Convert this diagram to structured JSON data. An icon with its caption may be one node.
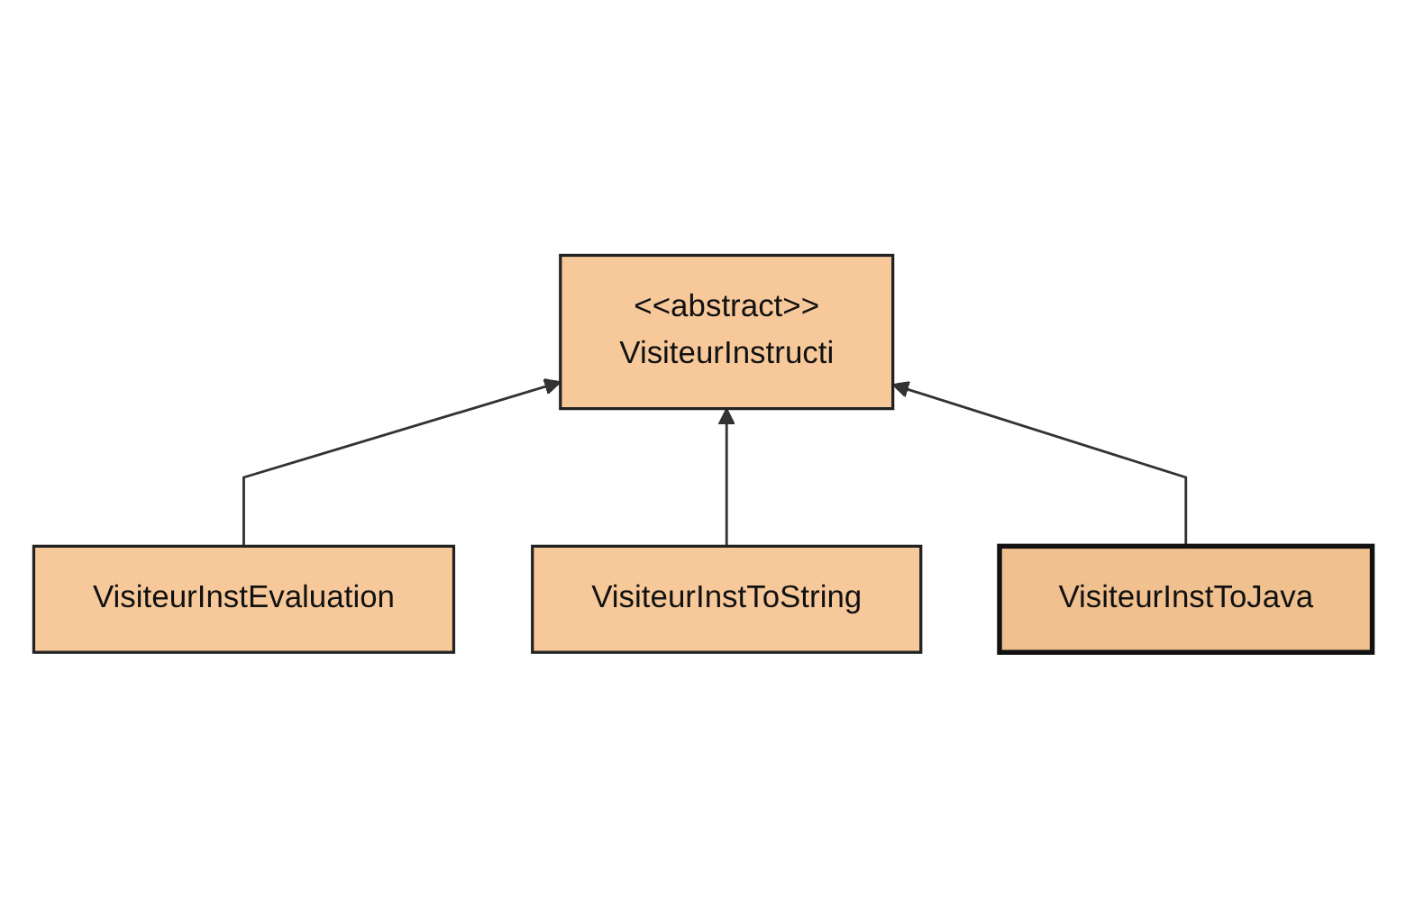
{
  "diagram": {
    "nodes": [
      {
        "text": [
          "<<abstract>>",
          "VisiteurInstructi"
        ]
      },
      {
        "text": [
          "VisiteurInstEvaluation"
        ]
      },
      {
        "text": [
          "VisiteurInstToString"
        ]
      },
      {
        "text": [
          "VisiteurInstToJava"
        ]
      }
    ],
    "edges": [
      {
        "from": 1,
        "to": 0,
        "arrow": "to"
      },
      {
        "from": 2,
        "to": 0,
        "arrow": "to"
      },
      {
        "from": 3,
        "to": 0,
        "arrow": "to"
      }
    ]
  }
}
